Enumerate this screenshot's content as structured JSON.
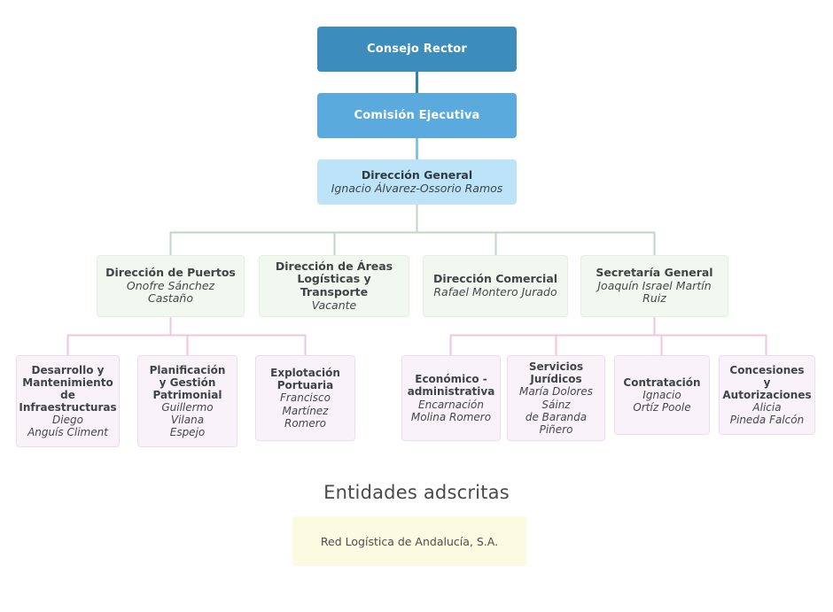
{
  "colors": {
    "tier1_bg": "#3d8dbc",
    "tier2_bg": "#5aaadd",
    "tier3_bg": "#bde3f8",
    "direccion_bg": "#f1f8f0",
    "direccion_border": "#e2efe1",
    "servicio_bg": "#f9f2f8",
    "servicio_border": "#eedcee",
    "entity_bg": "#fbfbe2",
    "connector_blue": "#2b86ad",
    "connector_lightblue": "#7fc6e6",
    "connector_green": "#bcd9c2",
    "connector_pink": "#f2c4e0",
    "page_bg": "#ffffff"
  },
  "org": {
    "tier1": {
      "title": "Consejo Rector",
      "person": ""
    },
    "tier2": {
      "title": "Comisión Ejecutiva",
      "person": ""
    },
    "tier3": {
      "title": "Dirección General",
      "person": "Ignacio Álvarez-Ossorio Ramos"
    },
    "directions": [
      {
        "title": "Dirección de Puertos",
        "person": "Onofre Sánchez Castaño"
      },
      {
        "title": "Dirección de Áreas\nLogísticas y Transporte",
        "person": "Vacante"
      },
      {
        "title": "Dirección Comercial",
        "person": "Rafael Montero Jurado"
      },
      {
        "title": "Secretaría General",
        "person": "Joaquín Israel Martín Ruiz"
      }
    ],
    "services": [
      {
        "title": "Desarrollo y\nMantenimiento\nde\nInfraestructuras",
        "person": "Diego\nAnguís Climent",
        "parent": "Dirección de Puertos"
      },
      {
        "title": "Planificación\ny Gestión\nPatrimonial",
        "person": "Guillermo Vilana\nEspejo",
        "parent": "Dirección de Puertos"
      },
      {
        "title": "Explotación\nPortuaria",
        "person": "Francisco\nMartínez Romero",
        "parent": "Dirección de Puertos"
      },
      {
        "title": "Económico -\nadministrativa",
        "person": "Encarnación\nMolina Romero",
        "parent": "Secretaría General"
      },
      {
        "title": "Servicios\nJurídicos",
        "person": "María Dolores\nSáinz\nde Baranda Piñero",
        "parent": "Secretaría General"
      },
      {
        "title": "Contratación",
        "person": "Ignacio\nOrtíz Poole",
        "parent": "Secretaría General"
      },
      {
        "title": "Concesiones\ny\nAutorizaciones",
        "person": "Alicia\nPineda Falcón",
        "parent": "Secretaría General"
      }
    ]
  },
  "attached_entities": {
    "heading": "Entidades adscritas",
    "items": [
      {
        "name": "Red Logística de Andalucía, S.A."
      }
    ]
  }
}
